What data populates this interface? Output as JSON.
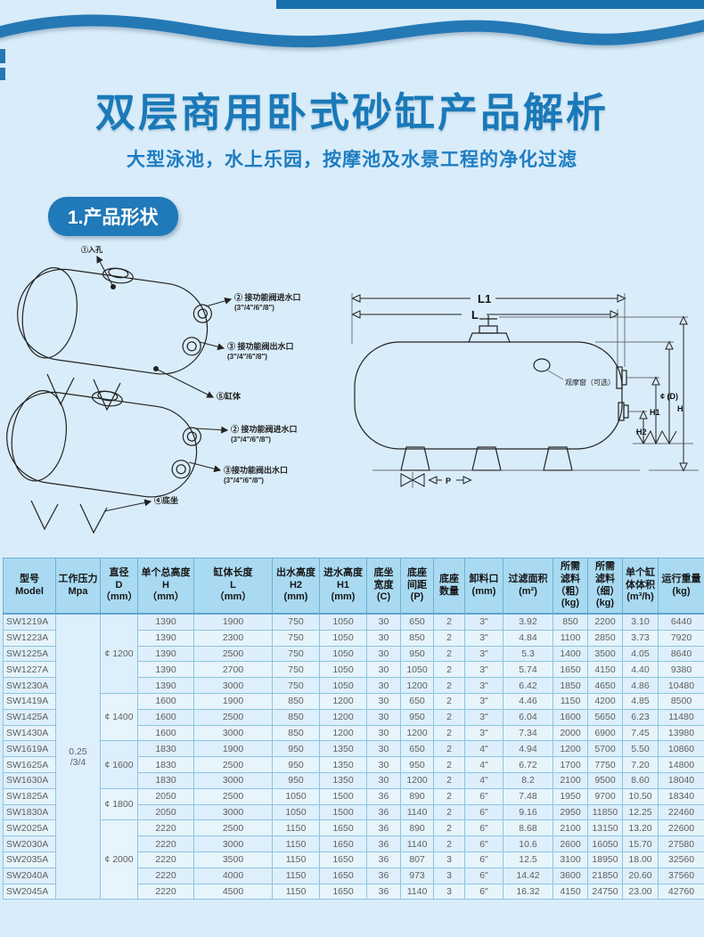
{
  "page": {
    "bg": "#d9ecf9",
    "accent": "#1a79b8",
    "wave_color": "#2478b4",
    "dark_bar": "#1a6fad"
  },
  "header": {
    "title": "双层商用卧式砂缸产品解析",
    "subtitle": "大型泳池，水上乐园，按摩池及水景工程的净化过滤"
  },
  "section": {
    "badge": "1.产品形状"
  },
  "diagram_left": {
    "callouts": [
      {
        "text": "①入孔",
        "size": ""
      },
      {
        "text": "② 接功能阀进水口",
        "size": "(3\"/4\"/6\"/8\")"
      },
      {
        "text": "③ 接功能阀出水口",
        "size": "(3\"/4\"/6\"/8\")"
      },
      {
        "text": "⑤缸体",
        "size": ""
      },
      {
        "text": "② 接功能阀进水口",
        "size": "(3\"/4\"/6\"/8\")"
      },
      {
        "text": "③接功能阀出水口",
        "size": "(3\"/4\"/6\"/8\")"
      },
      {
        "text": "④底坐",
        "size": ""
      }
    ]
  },
  "diagram_right": {
    "dims": {
      "l1": "L1",
      "l": "L",
      "h": "H",
      "d": "¢ (D)",
      "h1": "H1",
      "h2": "H2",
      "p": "P"
    },
    "window_label": "观摩窗（可选）"
  },
  "table": {
    "header": [
      "型号\nModel",
      "工作压力\nMpa",
      "直径\nD\n（mm）",
      "单个总高度\nH\n（mm）",
      "缸体长度\nL\n（mm）",
      "出水高度\nH2\n(mm)",
      "进水高度\nH1\n(mm)",
      "底坐\n宽度\n(C)",
      "底座\n间距\n(P)",
      "底座\n数量",
      "卸料口\n(mm)",
      "过滤面积\n(m²)",
      "所需\n滤料\n（粗）\n(kg)",
      "所需\n滤料\n（细）\n(kg)",
      "单个缸\n体体积\n(m³/h)",
      "运行重量\n(kg)"
    ],
    "pressure": "0.25\n/3/4",
    "diameter_groups": [
      {
        "label": "¢ 1200",
        "rows": 5
      },
      {
        "label": "¢ 1400",
        "rows": 3
      },
      {
        "label": "¢ 1600",
        "rows": 3
      },
      {
        "label": "¢ 1800",
        "rows": 2
      },
      {
        "label": "¢ 2000",
        "rows": 5
      }
    ],
    "rows": [
      [
        "SW1219A",
        "1390",
        "1900",
        "750",
        "1050",
        "30",
        "650",
        "2",
        "3\"",
        "3.92",
        "850",
        "2200",
        "3.10",
        "6440"
      ],
      [
        "SW1223A",
        "1390",
        "2300",
        "750",
        "1050",
        "30",
        "850",
        "2",
        "3\"",
        "4.84",
        "1100",
        "2850",
        "3.73",
        "7920"
      ],
      [
        "SW1225A",
        "1390",
        "2500",
        "750",
        "1050",
        "30",
        "950",
        "2",
        "3\"",
        "5.3",
        "1400",
        "3500",
        "4.05",
        "8640"
      ],
      [
        "SW1227A",
        "1390",
        "2700",
        "750",
        "1050",
        "30",
        "1050",
        "2",
        "3\"",
        "5.74",
        "1650",
        "4150",
        "4.40",
        "9380"
      ],
      [
        "SW1230A",
        "1390",
        "3000",
        "750",
        "1050",
        "30",
        "1200",
        "2",
        "3\"",
        "6.42",
        "1850",
        "4650",
        "4.86",
        "10480"
      ],
      [
        "SW1419A",
        "1600",
        "1900",
        "850",
        "1200",
        "30",
        "650",
        "2",
        "3\"",
        "4.46",
        "1150",
        "4200",
        "4.85",
        "8500"
      ],
      [
        "SW1425A",
        "1600",
        "2500",
        "850",
        "1200",
        "30",
        "950",
        "2",
        "3\"",
        "6.04",
        "1600",
        "5650",
        "6.23",
        "11480"
      ],
      [
        "SW1430A",
        "1600",
        "3000",
        "850",
        "1200",
        "30",
        "1200",
        "2",
        "3\"",
        "7.34",
        "2000",
        "6900",
        "7.45",
        "13980"
      ],
      [
        "SW1619A",
        "1830",
        "1900",
        "950",
        "1350",
        "30",
        "650",
        "2",
        "4\"",
        "4.94",
        "1200",
        "5700",
        "5.50",
        "10860"
      ],
      [
        "SW1625A",
        "1830",
        "2500",
        "950",
        "1350",
        "30",
        "950",
        "2",
        "4\"",
        "6.72",
        "1700",
        "7750",
        "7.20",
        "14800"
      ],
      [
        "SW1630A",
        "1830",
        "3000",
        "950",
        "1350",
        "30",
        "1200",
        "2",
        "4\"",
        "8.2",
        "2100",
        "9500",
        "8.60",
        "18040"
      ],
      [
        "SW1825A",
        "2050",
        "2500",
        "1050",
        "1500",
        "36",
        "890",
        "2",
        "6\"",
        "7.48",
        "1950",
        "9700",
        "10.50",
        "18340"
      ],
      [
        "SW1830A",
        "2050",
        "3000",
        "1050",
        "1500",
        "36",
        "1140",
        "2",
        "6\"",
        "9.16",
        "2950",
        "11850",
        "12.25",
        "22460"
      ],
      [
        "SW2025A",
        "2220",
        "2500",
        "1150",
        "1650",
        "36",
        "890",
        "2",
        "6\"",
        "8.68",
        "2100",
        "13150",
        "13.20",
        "22600"
      ],
      [
        "SW2030A",
        "2220",
        "3000",
        "1150",
        "1650",
        "36",
        "1140",
        "2",
        "6\"",
        "10.6",
        "2600",
        "16050",
        "15.70",
        "27580"
      ],
      [
        "SW2035A",
        "2220",
        "3500",
        "1150",
        "1650",
        "36",
        "807",
        "3",
        "6\"",
        "12.5",
        "3100",
        "18950",
        "18.00",
        "32560"
      ],
      [
        "SW2040A",
        "2220",
        "4000",
        "1150",
        "1650",
        "36",
        "973",
        "3",
        "6\"",
        "14.42",
        "3600",
        "21850",
        "20.60",
        "37560"
      ],
      [
        "SW2045A",
        "2220",
        "4500",
        "1150",
        "1650",
        "36",
        "1140",
        "3",
        "6\"",
        "16.32",
        "4150",
        "24750",
        "23.00",
        "42760"
      ]
    ]
  }
}
